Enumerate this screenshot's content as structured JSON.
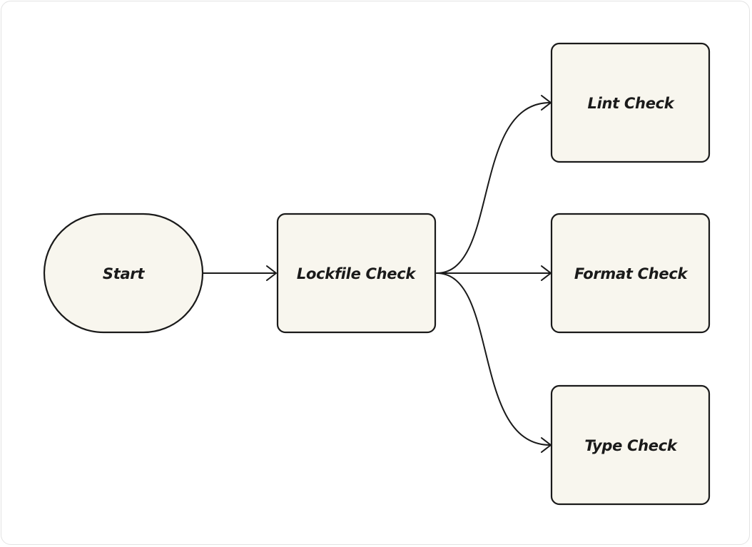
{
  "diagram": {
    "nodes": {
      "start": {
        "label": "Start",
        "shape": "stadium"
      },
      "lockfile": {
        "label": "Lockfile Check",
        "shape": "rounded-rect"
      },
      "lint": {
        "label": "Lint Check",
        "shape": "rounded-rect"
      },
      "format": {
        "label": "Format Check",
        "shape": "rounded-rect"
      },
      "type": {
        "label": "Type Check",
        "shape": "rounded-rect"
      }
    },
    "edges": [
      {
        "from": "Start",
        "to": "Lockfile Check"
      },
      {
        "from": "Lockfile Check",
        "to": "Lint Check"
      },
      {
        "from": "Lockfile Check",
        "to": "Format Check"
      },
      {
        "from": "Lockfile Check",
        "to": "Type Check"
      }
    ],
    "colors": {
      "node_fill": "#f8f6ee",
      "stroke": "#1a1a1a",
      "background": "#ffffff"
    }
  }
}
